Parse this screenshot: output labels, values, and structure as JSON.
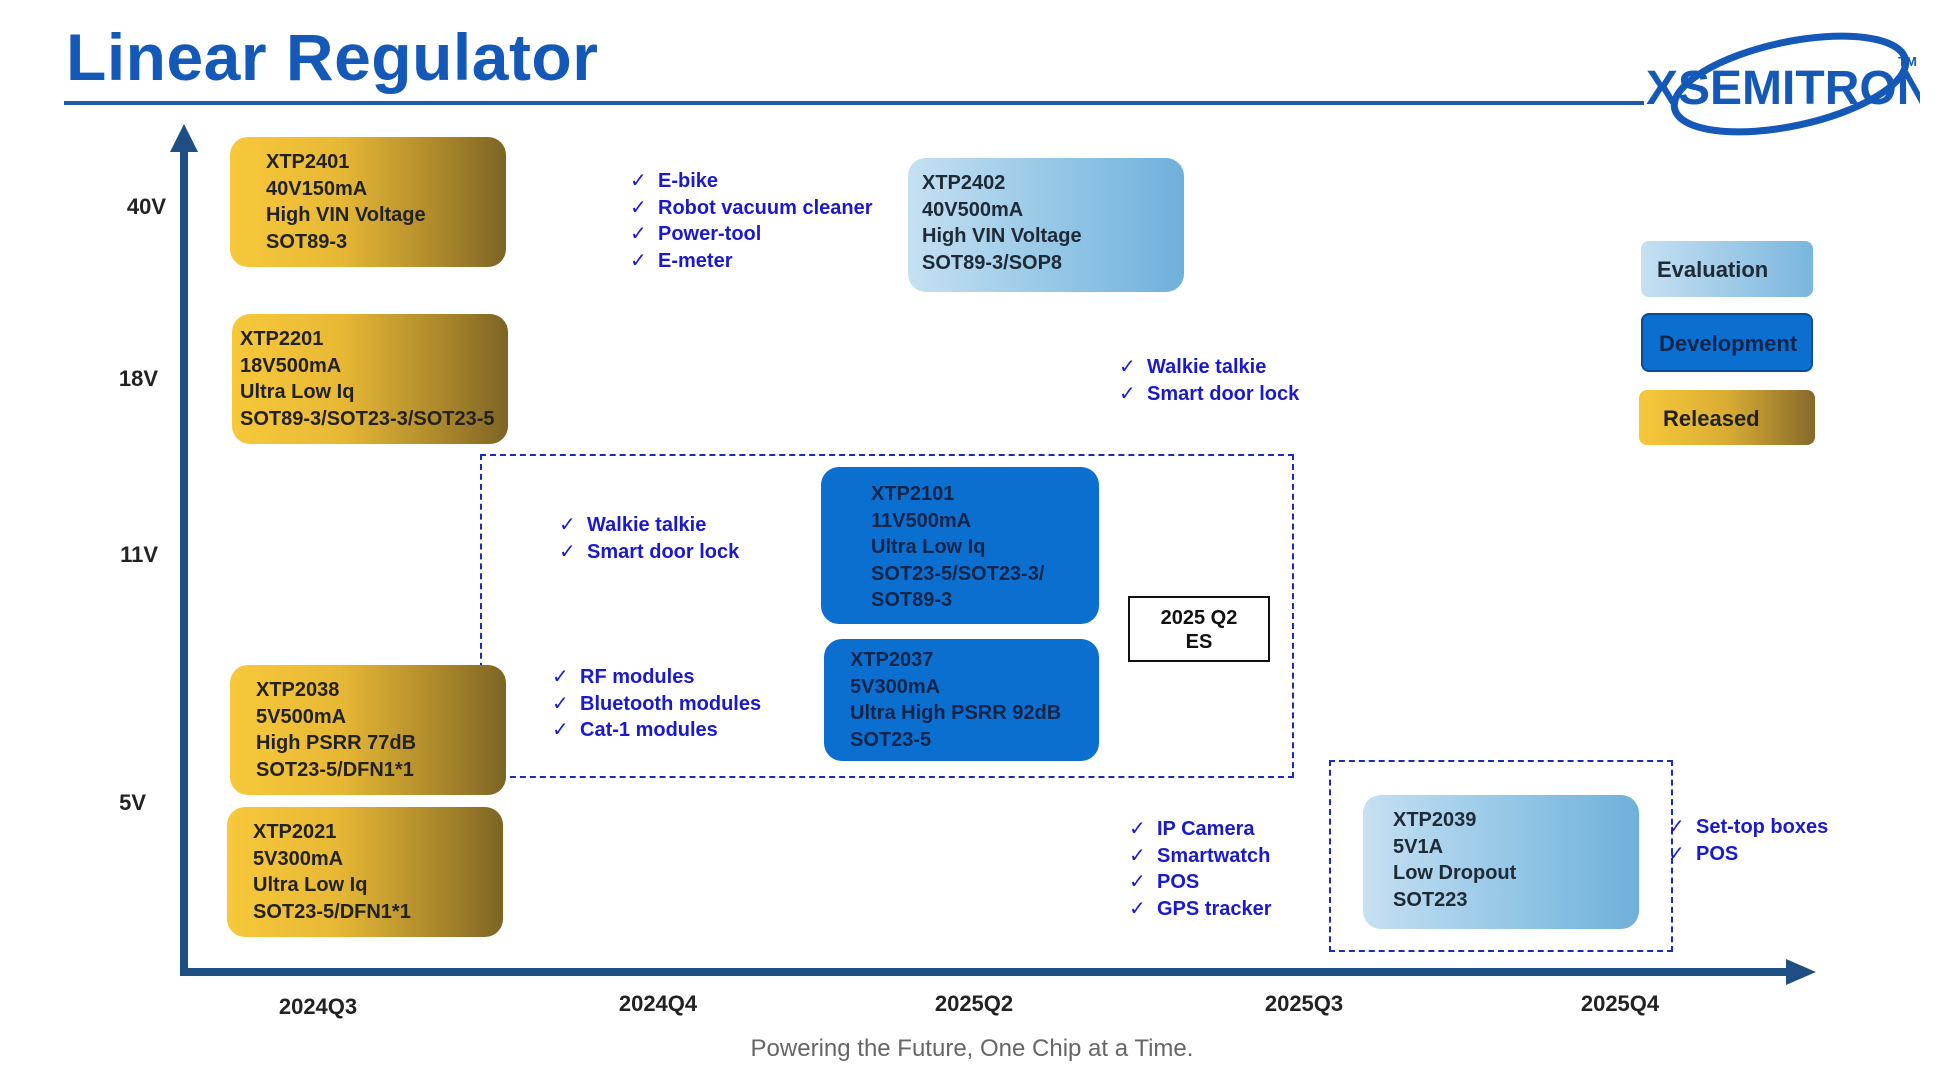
{
  "title": "Linear Regulator",
  "logo": {
    "text": "XSEMITRON",
    "tm": "TM"
  },
  "colors": {
    "accent": "#1458b8",
    "released": "#e7b835",
    "development": "#0b6fd0",
    "evaluation": "#9ccbe8",
    "app_text": "#1a1acc"
  },
  "y_axis": {
    "labels": [
      "40V",
      "18V",
      "11V",
      "5V"
    ]
  },
  "x_axis": {
    "labels": [
      "2024Q3",
      "2024Q4",
      "2025Q2",
      "2025Q3",
      "2025Q4"
    ]
  },
  "products": [
    {
      "status": "Released",
      "lines": [
        "XTP2401",
        "40V150mA",
        "High VIN Voltage",
        "SOT89-3"
      ]
    },
    {
      "status": "Released",
      "lines": [
        "XTP2201",
        "18V500mA",
        "Ultra Low Iq",
        "SOT89-3/SOT23-3/SOT23-5"
      ]
    },
    {
      "status": "Released",
      "lines": [
        "XTP2038",
        "5V500mA",
        "High PSRR 77dB",
        "SOT23-5/DFN1*1"
      ]
    },
    {
      "status": "Released",
      "lines": [
        "XTP2021",
        "5V300mA",
        "Ultra Low Iq",
        "SOT23-5/DFN1*1"
      ]
    },
    {
      "status": "Evaluation",
      "lines": [
        "XTP2402",
        "40V500mA",
        "High VIN Voltage",
        "SOT89-3/SOP8"
      ]
    },
    {
      "status": "Development",
      "lines": [
        "XTP2101",
        "11V500mA",
        "Ultra Low Iq",
        "SOT23-5/SOT23-3/",
        "SOT89-3"
      ]
    },
    {
      "status": "Development",
      "lines": [
        "XTP2037",
        "5V300mA",
        "Ultra High PSRR 92dB",
        "SOT23-5"
      ]
    },
    {
      "status": "Evaluation",
      "lines": [
        "XTP2039",
        "5V1A",
        "Low Dropout",
        "SOT223"
      ]
    }
  ],
  "applications": [
    {
      "items": [
        "E-bike",
        "Robot vacuum cleaner",
        "Power-tool",
        "E-meter"
      ]
    },
    {
      "items": [
        "Walkie talkie",
        "Smart door lock"
      ]
    },
    {
      "items": [
        "Walkie talkie",
        "Smart door lock"
      ]
    },
    {
      "items": [
        "RF modules",
        "Bluetooth modules",
        "Cat-1 modules"
      ]
    },
    {
      "items": [
        "IP Camera",
        "Smartwatch",
        "POS",
        "GPS tracker"
      ]
    },
    {
      "items": [
        "Set-top boxes",
        "POS"
      ]
    }
  ],
  "es_badge": {
    "line1": "2025 Q2",
    "line2": "ES"
  },
  "legend": {
    "evaluation": "Evaluation",
    "development": "Development",
    "released": "Released"
  },
  "footer": "Powering the Future, One Chip at a Time."
}
